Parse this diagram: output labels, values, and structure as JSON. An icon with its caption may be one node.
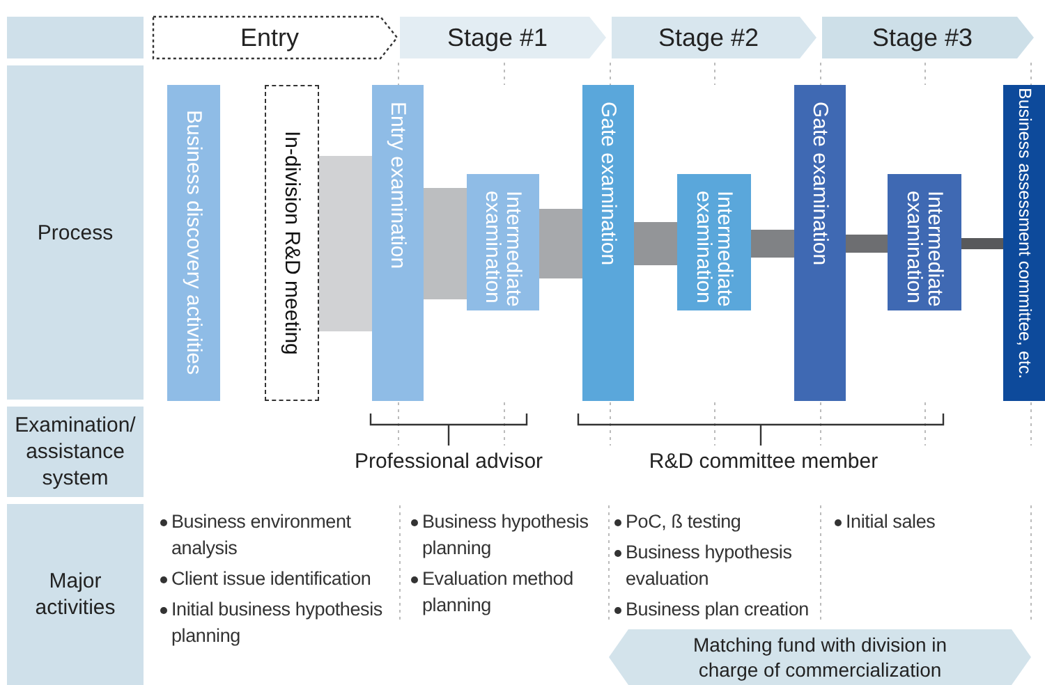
{
  "diagram": {
    "nodes": [
      {
        "text": [],
        "shape": "box"
      },
      {
        "text": [
          "Entry"
        ]
      },
      {
        "text": [
          "Stage #1"
        ]
      },
      {
        "text": [
          "Stage #2"
        ]
      },
      {
        "text": [
          "Stage #3"
        ]
      },
      {
        "text": [
          "Process"
        ]
      },
      {
        "text": [
          "Business discovery activities"
        ]
      },
      {
        "text": [
          "In-division R&D meeting"
        ]
      },
      {
        "text": [
          "Entry examination"
        ]
      },
      {
        "text": [
          "Intermediate examination"
        ]
      },
      {
        "text": [
          "Gate examination"
        ]
      },
      {
        "text": [
          "Intermediate examination"
        ]
      },
      {
        "text": [
          "Gate examination"
        ]
      },
      {
        "text": [
          "Intermediate examination"
        ]
      },
      {
        "text": [
          "Business assessment committee, etc."
        ]
      },
      {
        "text": [
          "Examination/ assistance system"
        ]
      },
      {
        "text": [
          "Major activities"
        ]
      },
      {
        "text": [
          "Matching fund with division in charge of commercialization"
        ]
      }
    ],
    "edges": [
      {
        "from": 7,
        "to": 8,
        "arrow": "none",
        "style": "thick",
        "color": "#d1d2d4"
      },
      {
        "from": 8,
        "to": 9,
        "arrow": "none",
        "style": "thick",
        "color": "#bcbec0"
      },
      {
        "from": 9,
        "to": 10,
        "arrow": "none",
        "color": "#a7a9ac"
      },
      {
        "from": 10,
        "to": 11,
        "arrow": "none",
        "color": "#939598"
      },
      {
        "from": 11,
        "to": 12,
        "arrow": "none",
        "color": "#808285"
      },
      {
        "from": 12,
        "to": 13,
        "arrow": "none",
        "color": "#6d6e71"
      },
      {
        "from": 13,
        "to": 14,
        "arrow": "none",
        "color": "#58595b"
      }
    ],
    "labels": [
      "Professional advisor",
      "R&D committee member",
      "Business environment analysis",
      "Client issue identification",
      "Initial business hypothesis planning",
      "Business hypothesis planning",
      "Evaluation method planning",
      "PoC, ß testing",
      "Business hypothesis evaluation",
      "Business plan creation",
      "Initial sales"
    ]
  }
}
